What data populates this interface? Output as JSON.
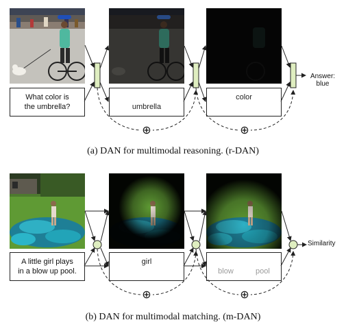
{
  "panel_a": {
    "question": [
      "What color is",
      "the umbrella?"
    ],
    "step1_word": "umbrella",
    "step2_word": "color",
    "answer_label": "Answer:",
    "answer_value": "blue",
    "caption": "(a) DAN for multimodal reasoning. (r-DAN)"
  },
  "panel_b": {
    "sentence": [
      "A little girl plays",
      "in a blow up pool."
    ],
    "step1_word": "girl",
    "step2_words": [
      "blow",
      "pool"
    ],
    "similarity_label": "Similarity",
    "caption": "(b) DAN for multimodal matching. (m-DAN)"
  },
  "symbols": {
    "sum": "⊕"
  },
  "colors": {
    "memory_box_fill": "#dfeec0",
    "memory_circle_fill": "#dfeec0",
    "stroke": "#222222"
  }
}
